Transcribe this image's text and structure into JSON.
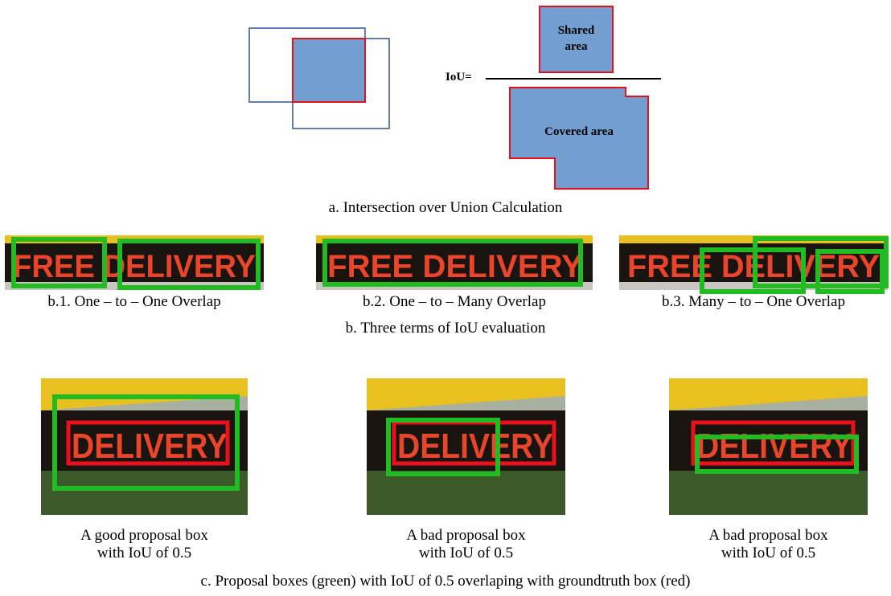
{
  "part_a": {
    "formula_lhs": "IoU=",
    "numerator_label_line1": "Shared",
    "numerator_label_line2": "area",
    "denominator_label": "Covered area",
    "caption": "a. Intersection over Union Calculation"
  },
  "part_b": {
    "sign_text": "FREE DELIVERY",
    "examples": [
      {
        "caption": "b.1. One – to – One Overlap"
      },
      {
        "caption": "b.2. One – to – Many Overlap"
      },
      {
        "caption": "b.3. Many – to – One Overlap"
      }
    ],
    "caption": "b. Three terms of IoU evaluation"
  },
  "part_c": {
    "sign_text": "DELIVERY",
    "examples": [
      {
        "caption_line1": "A good proposal box",
        "caption_line2": "with IoU of 0.5"
      },
      {
        "caption_line1": "A bad proposal box",
        "caption_line2": "with IoU of 0.5"
      },
      {
        "caption_line1": "A bad proposal box",
        "caption_line2": "with IoU of 0.5"
      }
    ],
    "caption": "c. Proposal boxes (green) with IoU of 0.5 overlaping with groundtruth box (red)"
  },
  "colors": {
    "box_blue_outline": "#2f5597",
    "fill_blue": "#729fcf",
    "groundtruth_red": "#e8101a",
    "proposal_green": "#22bb22",
    "sign_dark": "#1a1410",
    "sign_letters": "#e8452a",
    "awning_yellow": "#e8c020"
  }
}
